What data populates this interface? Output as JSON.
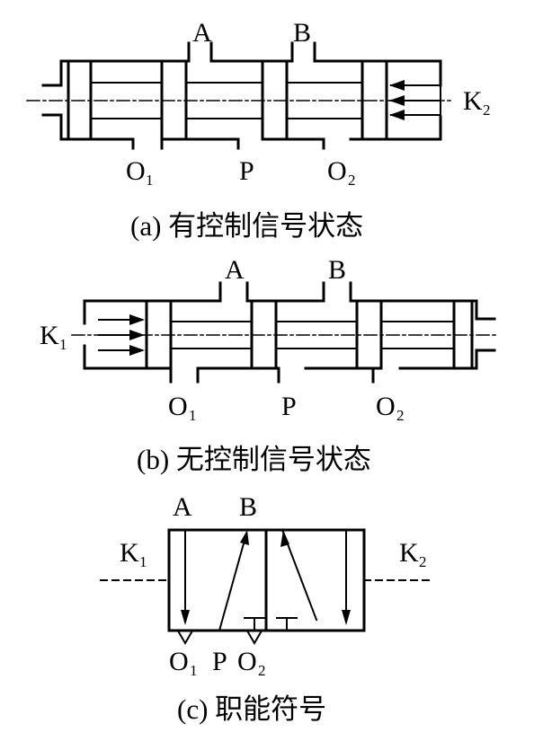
{
  "diagram_a": {
    "ports": {
      "a": "A",
      "b": "B",
      "o1": "O",
      "o1_sub": "1",
      "p": "P",
      "o2": "O",
      "o2_sub": "2",
      "k": "K",
      "k_sub": "2"
    },
    "caption": "(a) 有控制信号状态"
  },
  "diagram_b": {
    "ports": {
      "a": "A",
      "b": "B",
      "o1": "O",
      "o1_sub": "1",
      "p": "P",
      "o2": "O",
      "o2_sub": "2",
      "k": "K",
      "k_sub": "1"
    },
    "caption": "(b) 无控制信号状态"
  },
  "diagram_c": {
    "ports": {
      "a": "A",
      "b": "B",
      "o1": "O",
      "o1_sub": "1",
      "p": "P",
      "o2": "O",
      "o2_sub": "2",
      "k1": "K",
      "k1_sub": "1",
      "k2": "K",
      "k2_sub": "2"
    },
    "caption": "(c) 职能符号"
  }
}
